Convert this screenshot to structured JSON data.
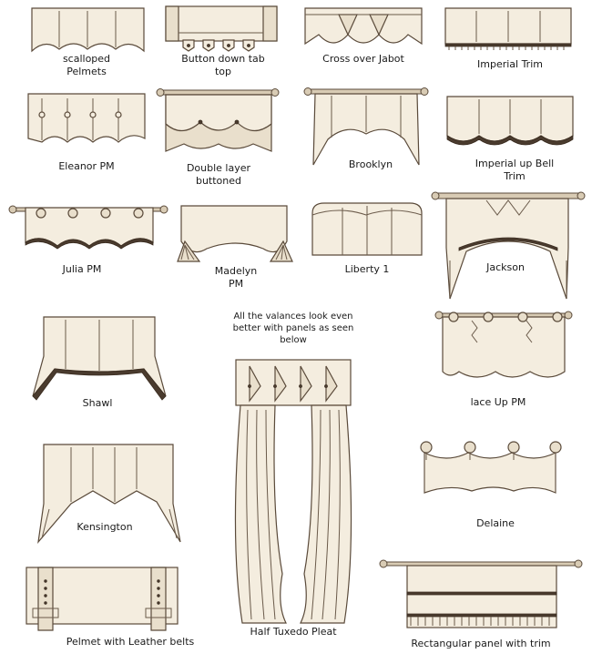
{
  "items": [
    {
      "id": "scalloped-pelmets",
      "label": "scalloped\nPelmets"
    },
    {
      "id": "button-down-tab-top",
      "label": "Button down tab\ntop"
    },
    {
      "id": "cross-over-jabot",
      "label": "Cross over Jabot"
    },
    {
      "id": "imperial-trim",
      "label": "Imperial Trim"
    },
    {
      "id": "eleanor-pm",
      "label": "Eleanor PM"
    },
    {
      "id": "double-layer-buttoned",
      "label": "Double layer\nbuttoned"
    },
    {
      "id": "brooklyn",
      "label": "Brooklyn"
    },
    {
      "id": "imperial-up-bell-trim",
      "label": "Imperial up Bell\nTrim"
    },
    {
      "id": "julia-pm",
      "label": "Julia PM"
    },
    {
      "id": "madelyn-pm",
      "label": "Madelyn\nPM"
    },
    {
      "id": "liberty-1",
      "label": "Liberty 1"
    },
    {
      "id": "jackson",
      "label": "Jackson"
    },
    {
      "id": "shawl",
      "label": "Shawl"
    },
    {
      "id": "lace-up-pm",
      "label": "lace Up PM"
    },
    {
      "id": "kensington",
      "label": "Kensington"
    },
    {
      "id": "half-tuxedo-pleat",
      "label": "Half Tuxedo Pleat"
    },
    {
      "id": "delaine",
      "label": "Delaine"
    },
    {
      "id": "pelmet-with-leather-belts",
      "label": "Pelmet with Leather belts"
    },
    {
      "id": "rectangular-panel-with-trim",
      "label": "Rectangular panel with trim"
    }
  ],
  "note": "All the valances look even\nbetter with panels as seen\nbelow"
}
